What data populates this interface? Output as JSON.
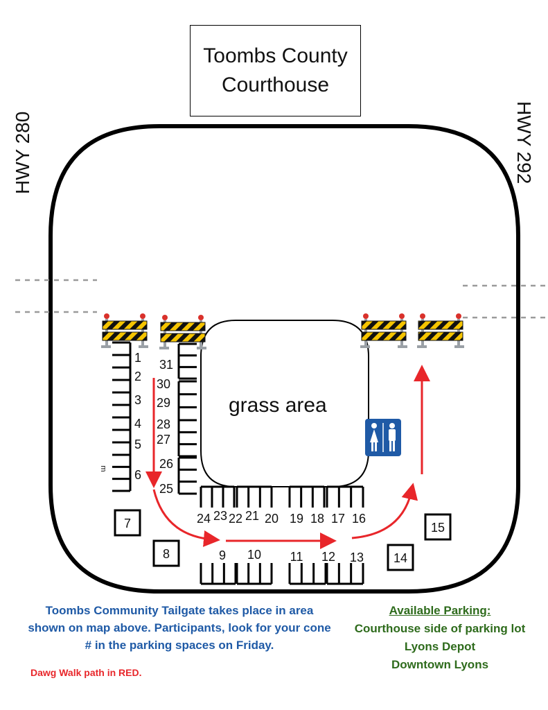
{
  "courthouse": {
    "line1": "Toombs County",
    "line2": "Courthouse"
  },
  "highways": {
    "left": "HWY 280",
    "right": "HWY 292"
  },
  "grass_label": "grass area",
  "restroom_icon": "restroom-icon",
  "barricade_icon": "barricade-icon",
  "walk_color": "#e8262a",
  "cones": {
    "left_column": [
      "1",
      "2",
      "3",
      "4",
      "5",
      "6"
    ],
    "right_column": [
      "31",
      "30",
      "29",
      "28",
      "27",
      "26",
      "25"
    ],
    "middle_row": [
      "24",
      "23",
      "22",
      "21",
      "20",
      "19",
      "18",
      "17",
      "16"
    ],
    "bottom_row": [
      "9",
      "10",
      "11",
      "12",
      "13"
    ],
    "boxed": [
      "7",
      "8",
      "14",
      "15"
    ],
    "side_mark": "m"
  },
  "notes": {
    "tailgate": "Toombs Community Tailgate takes place in area shown on map above. Participants, look for your cone # in the parking spaces on Friday.",
    "walk": "Dawg Walk path in RED."
  },
  "parking": {
    "title": "Available Parking:",
    "items": [
      "Courthouse side of parking lot",
      "Lyons Depot",
      "Downtown Lyons"
    ]
  }
}
